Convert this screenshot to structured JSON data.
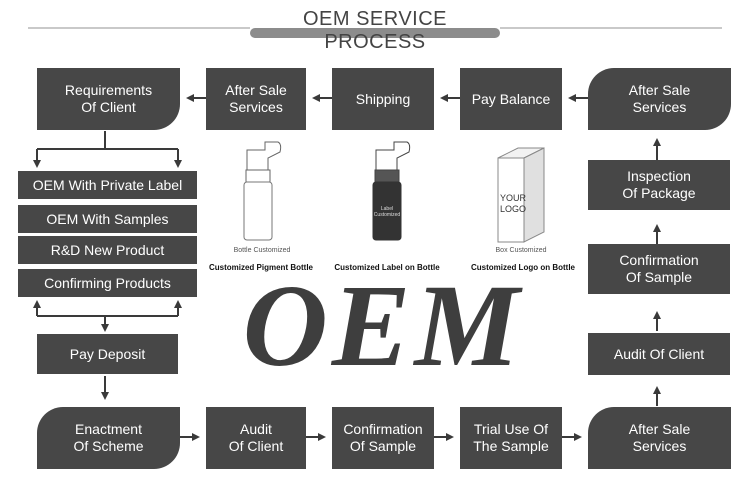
{
  "title": "OEM SERVICE PROCESS",
  "center_text": "OEM",
  "top_row": {
    "requirements": "Requirements\nOf Client",
    "after_sale_left": "After Sale\nServices",
    "shipping": "Shipping",
    "pay_balance": "Pay Balance",
    "after_sale_right": "After Sale\nServices"
  },
  "left_column": {
    "private_label": "OEM With Private Label",
    "samples": "OEM With Samples",
    "rnd": "R&D New Product",
    "confirming": "Confirming Products",
    "pay_deposit": "Pay Deposit"
  },
  "right_column": {
    "inspection": "Inspection\nOf Package",
    "confirmation_sample": "Confirmation\nOf Sample",
    "audit_client": "Audit Of Client"
  },
  "bottom_row": {
    "enactment": "Enactment\nOf Scheme",
    "audit": "Audit\nOf Client",
    "confirmation": "Confirmation\nOf Sample",
    "trial": "Trial Use Of\nThe Sample",
    "after_sale": "After Sale\nServices"
  },
  "products": [
    {
      "caption": "Bottle Customized",
      "name": "Customized Pigment Bottle"
    },
    {
      "caption": "",
      "name": "Customized Label on Bottle",
      "label": "Label\nCustomized"
    },
    {
      "caption": "Box Customized",
      "name": "Customized Logo on Bottle",
      "logo": "YOUR\nLOGO"
    }
  ],
  "colors": {
    "box": "#474747",
    "arrow": "#3a3a3a",
    "text": "#ffffff"
  }
}
